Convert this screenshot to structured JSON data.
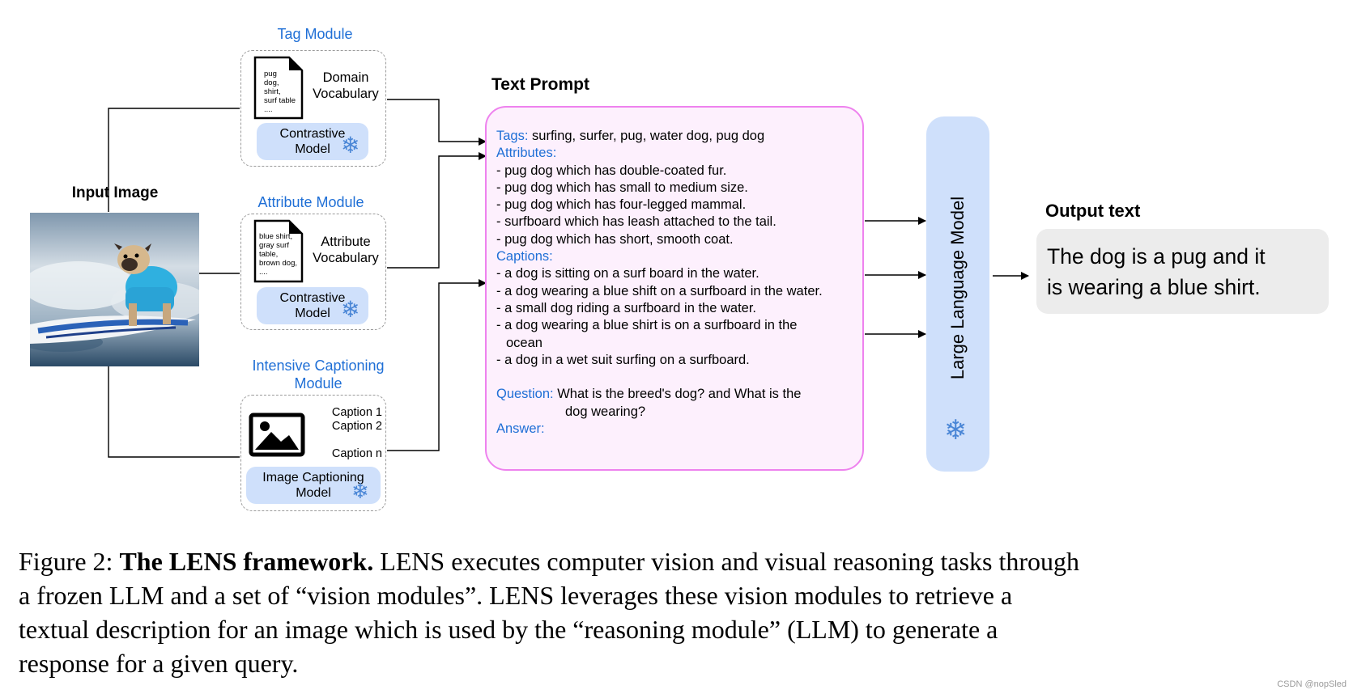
{
  "input": {
    "title": "Input Image"
  },
  "modules": {
    "tag": {
      "title": "Tag Module",
      "doc_lines": [
        "pug",
        "dog,",
        "shirt,",
        "surf table",
        "...."
      ],
      "vocab_lines": [
        "Domain",
        "Vocabulary"
      ],
      "model_lines": [
        "Contrastive",
        "Model"
      ]
    },
    "attribute": {
      "title": "Attribute Module",
      "doc_lines": [
        "blue shirt,",
        "gray surf",
        "table,",
        "brown dog,",
        "...."
      ],
      "vocab_lines": [
        "Attribute",
        "Vocabulary"
      ],
      "model_lines": [
        "Contrastive",
        "Model"
      ]
    },
    "captioning": {
      "title_lines": [
        "Intensive Captioning",
        "Module"
      ],
      "captions": [
        "Caption 1",
        "Caption 2",
        "Caption n"
      ],
      "model_lines": [
        "Image Captioning",
        "Model"
      ]
    }
  },
  "prompt": {
    "title": "Text Prompt",
    "tags_label": "Tags:",
    "tags_value": "surfing, surfer, pug, water dog, pug dog",
    "attributes_label": "Attributes:",
    "attributes": [
      "- pug dog which has double-coated fur.",
      "- pug dog which has small to medium size.",
      "- pug dog which has four-legged mammal.",
      "- surfboard which has leash attached to the tail.",
      "- pug dog which has short, smooth coat."
    ],
    "captions_label": "Captions:",
    "captions": [
      "- a dog is sitting on a surf board in the water.",
      "- a dog wearing a blue shift on a surfboard in the water.",
      "- a small dog riding a surfboard in the water.",
      "- a dog wearing a blue shirt is on a surfboard in the",
      "  ocean",
      "- a dog in a wet suit surfing on a surfboard."
    ],
    "question_label": "Question:",
    "question_lines": [
      "What is the breed's dog? and What is the",
      "dog wearing?"
    ],
    "answer_label": "Answer:"
  },
  "llm": {
    "label": "Large Language Model"
  },
  "output": {
    "title": "Output text",
    "lines": [
      "The dog is a pug and it",
      "is wearing a blue shirt."
    ]
  },
  "caption": {
    "prefix": "Figure 2:",
    "bold": "The LENS framework.",
    "lines": [
      "LENS executes computer vision and visual reasoning tasks through",
      "a frozen LLM and a set of “vision modules”.  LENS leverages these vision modules to retrieve a",
      "textual description for an image which is used by the “reasoning module” (LLM) to generate a",
      "response for a given query."
    ]
  },
  "watermark": "CSDN @nopSled",
  "colors": {
    "accent_blue": "#1f6fd6",
    "prompt_border": "#ee82ee",
    "prompt_fill": "#fdf0fd",
    "llm_fill": "#cfe0fb",
    "pill_fill": "#cfe0fb",
    "output_fill": "#ececec"
  }
}
